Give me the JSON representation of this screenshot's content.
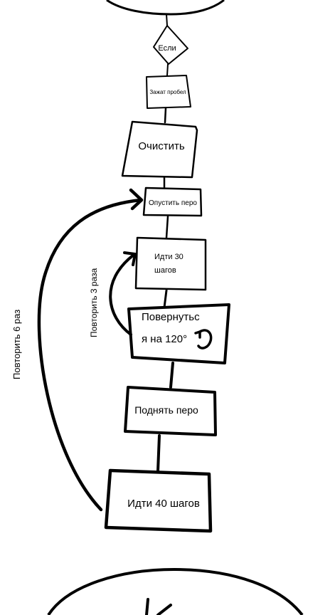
{
  "flowchart": {
    "nodes": [
      {
        "id": "if",
        "shape": "diamond",
        "text": "Если"
      },
      {
        "id": "space",
        "shape": "rect",
        "text": "Зажат пробел"
      },
      {
        "id": "clear",
        "shape": "rect",
        "text": "Очистить"
      },
      {
        "id": "pen_down",
        "shape": "rect",
        "text": "Опустить перо"
      },
      {
        "id": "walk30",
        "shape": "rect",
        "lines": [
          "Идти 30",
          "шагов"
        ]
      },
      {
        "id": "turn",
        "shape": "rect",
        "lines": [
          "Повернутьс",
          "я на 120°"
        ],
        "icon": "rotate-left-icon"
      },
      {
        "id": "pen_up",
        "shape": "rect",
        "text": "Поднять перо"
      },
      {
        "id": "walk40",
        "shape": "rect",
        "text": "Идти 40 шагов"
      }
    ],
    "loops": [
      {
        "label": "Повторить 3 раза",
        "from": "turn",
        "to": "walk30"
      },
      {
        "label": "Повторить 6 раз",
        "from": "walk40",
        "to": "pen_down"
      }
    ],
    "colors": {
      "stroke": "#000000",
      "background": "#ffffff"
    }
  }
}
